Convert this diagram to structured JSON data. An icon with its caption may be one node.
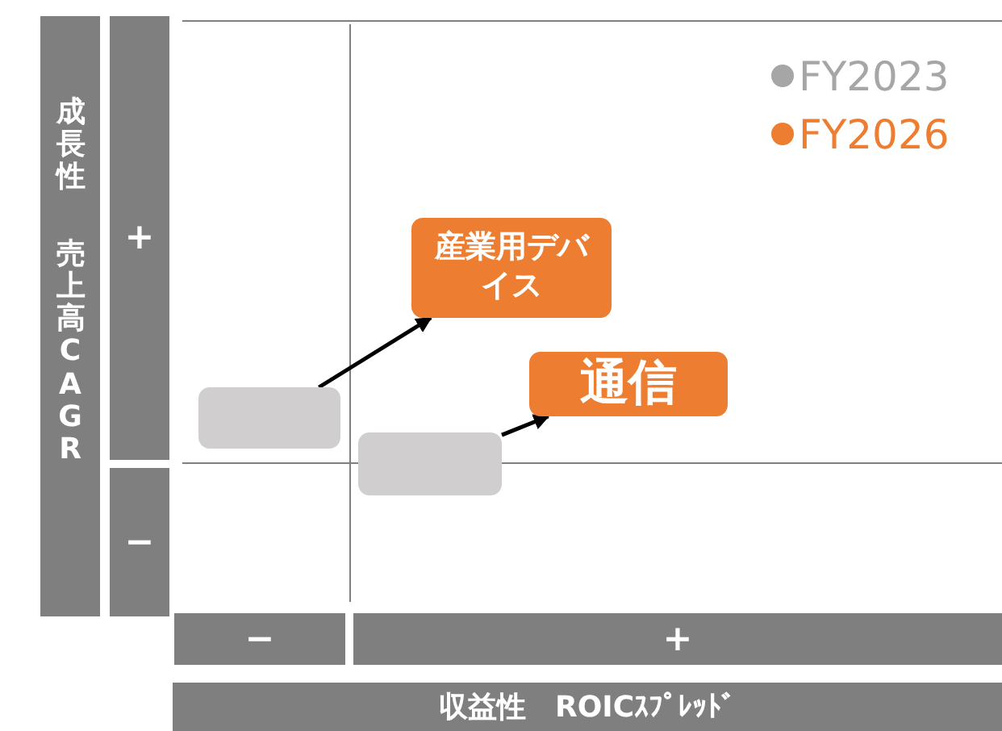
{
  "diagram": {
    "nodes": [
      {
        "text": [
          "産業用デバイス"
        ]
      },
      {
        "text": [
          "通信"
        ]
      },
      {
        "text": [],
        "shape": "box"
      },
      {
        "text": [],
        "shape": "box"
      }
    ],
    "edges": [
      {
        "from": 2,
        "to": 0,
        "arrow": "to"
      },
      {
        "from": 3,
        "to": 1,
        "arrow": "to"
      }
    ],
    "labels": [
      "成長性",
      "売上高CAGR",
      "+",
      "−",
      "−",
      "+",
      "収益性　ROICｽﾌﾟﾚｯﾄﾞ"
    ],
    "legend": [
      {
        "text": "FY2023",
        "color": "#a6a6a6"
      },
      {
        "text": "FY2026",
        "color": "#ed7d31"
      }
    ]
  }
}
